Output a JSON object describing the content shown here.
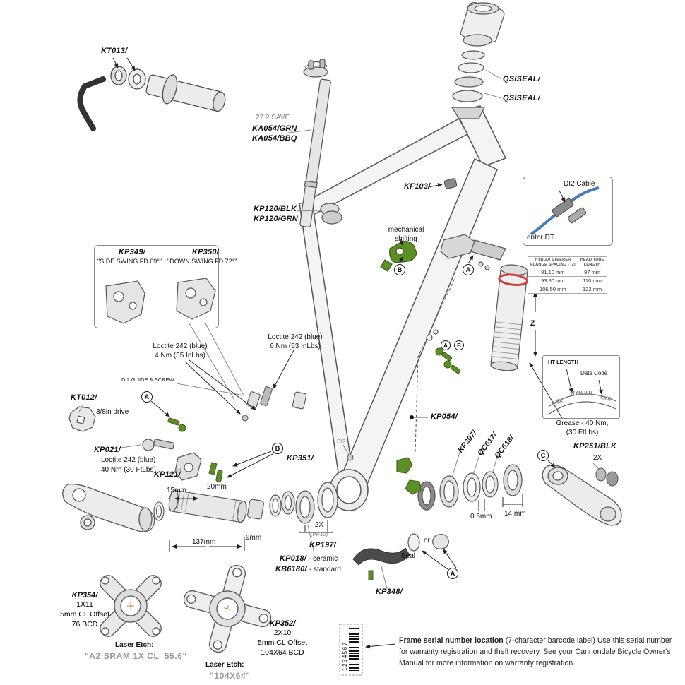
{
  "colors": {
    "green": "#5d8f27",
    "red": "#cc4040",
    "blue": "#4a7ab5",
    "line": "#4a4a4a"
  },
  "labels": {
    "kt013": "KT013/",
    "save272": "27.2 SAVE",
    "ka054grn": "KA054/GRN",
    "ka054bbq": "KA054/BBQ",
    "qsiseal": "QSISEAL/",
    "kf103": "KF103/",
    "kp120blk": "KP120/BLK",
    "kp120grn": "KP120/GRN",
    "mech_shift": "mechanical shifting",
    "kp349": "KP349/",
    "kp349d": "\"SIDE SWING FD 69°\"",
    "kp350": "KP350/",
    "kp350d": "\"DOWN SWING FD 72°\"",
    "loctite1a": "Loctite 242 (blue)",
    "loctite1b": "4 Nm (35 InLbs)",
    "loctite2a": "Loctite 242 (blue)",
    "loctite2b": "6 Nm (53 InLbs)",
    "di2guide": "DI2 GUIDE & SCREW",
    "kt012": "KT012/",
    "drive38": "3/8in drive",
    "kp021": "KP021/",
    "kp021a": "Loctite 242 (blue)",
    "kp021b": "40 Nm (30 FtLbs)",
    "kp121": "KP121/",
    "kp351": "KP351/",
    "di2small": "DI2",
    "kp054": "KP054/",
    "kp307": "KP307/",
    "qc617": "QC617/",
    "qc618": "QC618/",
    "greasea": "Grease - 40 Nm,",
    "greaseb": "(30 FtLbs)",
    "kp251blk": "KP251/BLK",
    "twox": "2X",
    "mm15": "15mm",
    "mm20": "20mm",
    "mm05": "0.5mm",
    "mm14": "14 mm",
    "mm137": "137mm",
    "mm9": "9mm",
    "pf30": "(PF30)",
    "kp197": "KP197/",
    "kp018": "KP018/",
    "kp018d": "- ceramic",
    "kb6180": "KB6180/",
    "kb6180d": "- standard",
    "seal": "Seal",
    "or": "or",
    "kp348": "KP348/",
    "kp354": "KP354/",
    "kp354a": "1X11",
    "kp354b": "5mm CL Offset",
    "kp354c": "76 BCD",
    "etch1t": "Laser Etch:",
    "etch1v": "\"A2 SRAM 1X CL_55.6\"",
    "kp352": "KP352/",
    "kp352a": "2X10",
    "kp352b": "5mm CL Offset",
    "kp352c": "104X64 BCD",
    "etch2t": "Laser Etch:",
    "etch2v": "\"104X64\"",
    "barcode": "1234567",
    "z": "Z",
    "a": "A",
    "b": "B",
    "c": "C"
  },
  "di2box": {
    "title": "DI2 Cable",
    "note": "enter DT"
  },
  "table": {
    "h1a": "HYB 2.0 STEERER",
    "h1b": "FLANGE SPACING  - (2)",
    "h2a": "HEAD TUBE",
    "h2b": "LENGTH",
    "rows": [
      [
        "81.10 mm",
        "97 mm"
      ],
      [
        "93.80 mm",
        "110 mm"
      ],
      [
        "106.50 mm",
        "122 mm"
      ]
    ]
  },
  "htbox": {
    "title": "HT LENGTH",
    "datecode": "Date Code",
    "xxx1": "XXX",
    "hyb": "HYB  2.0",
    "xxx2": "XXX"
  },
  "footer": {
    "bold": "Frame serial number location",
    "rest": "  (7-character barcode label) Use this serial number for warranty registration and theft recovery. See your Cannondale Bicycle Owner's Manual for more information on warranty registration."
  }
}
